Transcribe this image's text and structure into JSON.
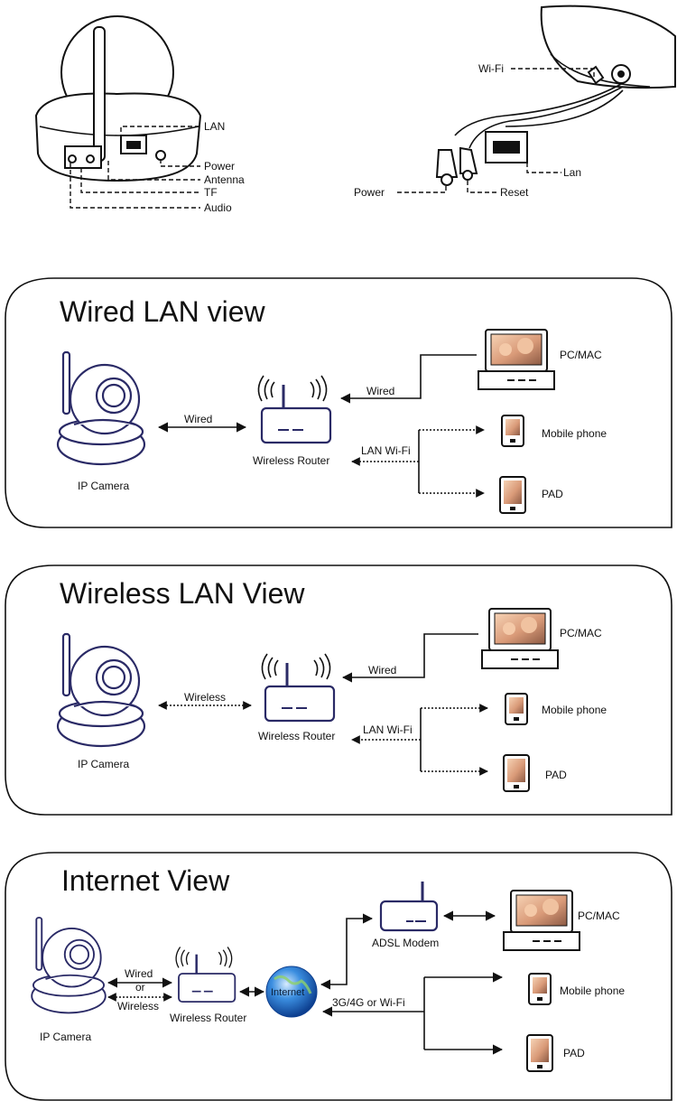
{
  "hardware": {
    "left_labels": {
      "lan": "LAN",
      "power": "Power",
      "antenna": "Antenna",
      "tf": "TF",
      "audio": "Audio"
    },
    "right_labels": {
      "wifi": "Wi-Fi",
      "lan": "Lan",
      "power": "Power",
      "reset": "Reset"
    }
  },
  "panels": {
    "wired": {
      "title": "Wired LAN view",
      "camera": "IP Camera",
      "link": "Wired",
      "router": "Wireless Router",
      "wired": "Wired",
      "lan_wifi": "LAN Wi-Fi",
      "pc": "PC/MAC",
      "mobile": "Mobile phone",
      "pad": "PAD"
    },
    "wireless": {
      "title": "Wireless LAN View",
      "camera": "IP Camera",
      "link": "Wireless",
      "router": "Wireless Router",
      "wired": "Wired",
      "lan_wifi": "LAN Wi-Fi",
      "pc": "PC/MAC",
      "mobile": "Mobile phone",
      "pad": "PAD"
    },
    "internet": {
      "title": "Internet View",
      "camera": "IP Camera",
      "link_wired": "Wired",
      "link_or": "or",
      "link_wireless": "Wireless",
      "router": "Wireless Router",
      "internet": "Internet",
      "modem": "ADSL Modem",
      "mobile_link": "3G/4G or Wi-Fi",
      "pc": "PC/MAC",
      "mobile": "Mobile phone",
      "pad": "PAD"
    }
  }
}
